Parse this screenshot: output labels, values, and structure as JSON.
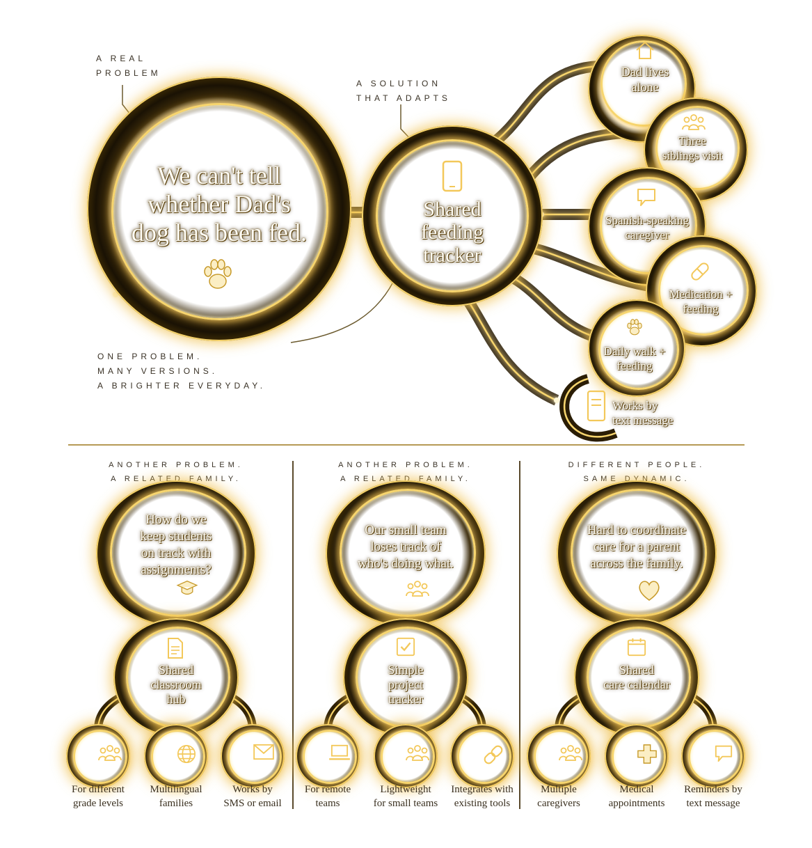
{
  "top": {
    "label_problem": [
      "A REAL",
      "PROBLEM"
    ],
    "label_solution": [
      "A SOLUTION",
      "THAT ADAPTS"
    ],
    "tagline": [
      "ONE PROBLEM.",
      "MANY VERSIONS.",
      "A BRIGHTER EVERYDAY."
    ],
    "problem_text": [
      "We can't tell",
      "whether Dad's",
      "dog has been fed."
    ],
    "problem_icon": "paw-icon",
    "solution_text": [
      "Shared",
      "feeding",
      "tracker"
    ],
    "solution_icon": "phone-icon",
    "variants": [
      {
        "lines": [
          "Dad lives",
          "alone"
        ],
        "icon": "home-icon"
      },
      {
        "lines": [
          "Three",
          "siblings visit"
        ],
        "icon": "people-icon"
      },
      {
        "lines": [
          "Spanish-speaking",
          "caregiver"
        ],
        "icon": "speech-bubble-icon"
      },
      {
        "lines": [
          "Medication +",
          "feeding"
        ],
        "icon": "pill-icon"
      },
      {
        "lines": [
          "Daily walk +",
          "feeding"
        ],
        "icon": "paw-icon"
      },
      {
        "lines": [
          "Works by",
          "text message"
        ],
        "icon": "phone-icon"
      }
    ]
  },
  "panels": [
    {
      "header": [
        "ANOTHER PROBLEM.",
        "A RELATED FAMILY."
      ],
      "problem": [
        "How do we",
        "keep students",
        "on track with",
        "assignments?"
      ],
      "problem_icon": "graduation-cap-icon",
      "solution": [
        "Shared",
        "classroom",
        "hub"
      ],
      "solution_icon": "document-icon",
      "leaves": [
        {
          "lines": [
            "For different",
            "grade levels"
          ],
          "icon": "people-icon"
        },
        {
          "lines": [
            "Multilingual",
            "families"
          ],
          "icon": "globe-icon"
        },
        {
          "lines": [
            "Works by",
            "SMS or email"
          ],
          "icon": "envelope-icon"
        }
      ]
    },
    {
      "header": [
        "ANOTHER PROBLEM.",
        "A RELATED FAMILY."
      ],
      "problem": [
        "Our small team",
        "loses track of",
        "who's doing what."
      ],
      "problem_icon": "people-icon",
      "solution": [
        "Simple",
        "project",
        "tracker"
      ],
      "solution_icon": "checkbox-icon",
      "leaves": [
        {
          "lines": [
            "For remote",
            "teams"
          ],
          "icon": "laptop-icon"
        },
        {
          "lines": [
            "Lightweight",
            "for small teams"
          ],
          "icon": "people-icon"
        },
        {
          "lines": [
            "Integrates with",
            "existing tools"
          ],
          "icon": "link-icon"
        }
      ]
    },
    {
      "header": [
        "DIFFERENT PEOPLE.",
        "SAME DYNAMIC."
      ],
      "problem": [
        "Hard to coordinate",
        "care for a parent",
        "across the family."
      ],
      "problem_icon": "heart-icon",
      "solution": [
        "Shared",
        "care calendar"
      ],
      "solution_icon": "calendar-icon",
      "leaves": [
        {
          "lines": [
            "Multiple",
            "caregivers"
          ],
          "icon": "people-icon"
        },
        {
          "lines": [
            "Medical",
            "appointments"
          ],
          "icon": "plus-icon"
        },
        {
          "lines": [
            "Reminders by",
            "text message"
          ],
          "icon": "speech-bubble-icon"
        }
      ]
    }
  ]
}
